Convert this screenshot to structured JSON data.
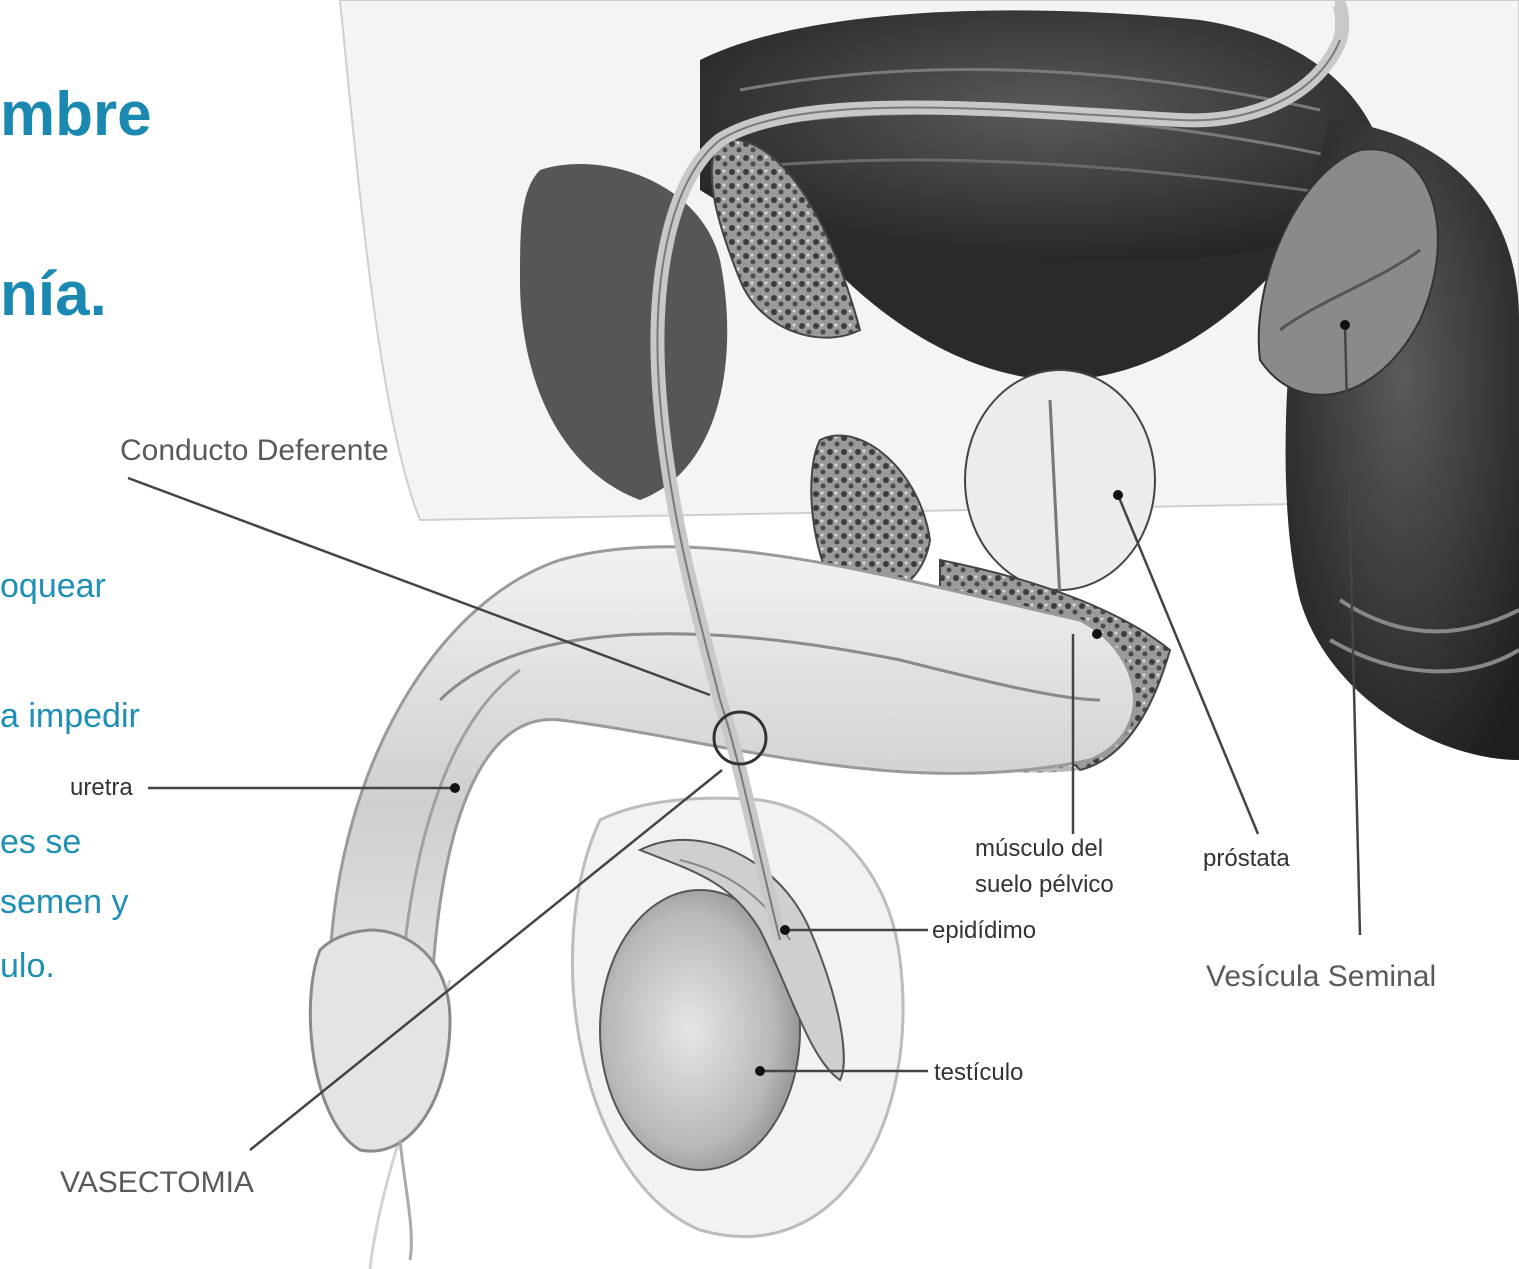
{
  "slide": {
    "title_fragments": [
      "mbre",
      "nía."
    ],
    "body_fragments": [
      "oquear",
      "a impedir",
      "es se",
      "semen y",
      "ulo."
    ]
  },
  "diagram": {
    "labels": {
      "conducto_deferente": "Conducto Deferente",
      "uretra": "uretra",
      "musculo_line1": "músculo del",
      "musculo_line2": "suelo pélvico",
      "prostata": "próstata",
      "epididimo": "epidídimo",
      "vesicula": "Vesícula Seminal",
      "testiculo": "testículo",
      "vasectomia": "VASECTOMIA"
    }
  },
  "colors": {
    "accent": "#1a88b0"
  }
}
